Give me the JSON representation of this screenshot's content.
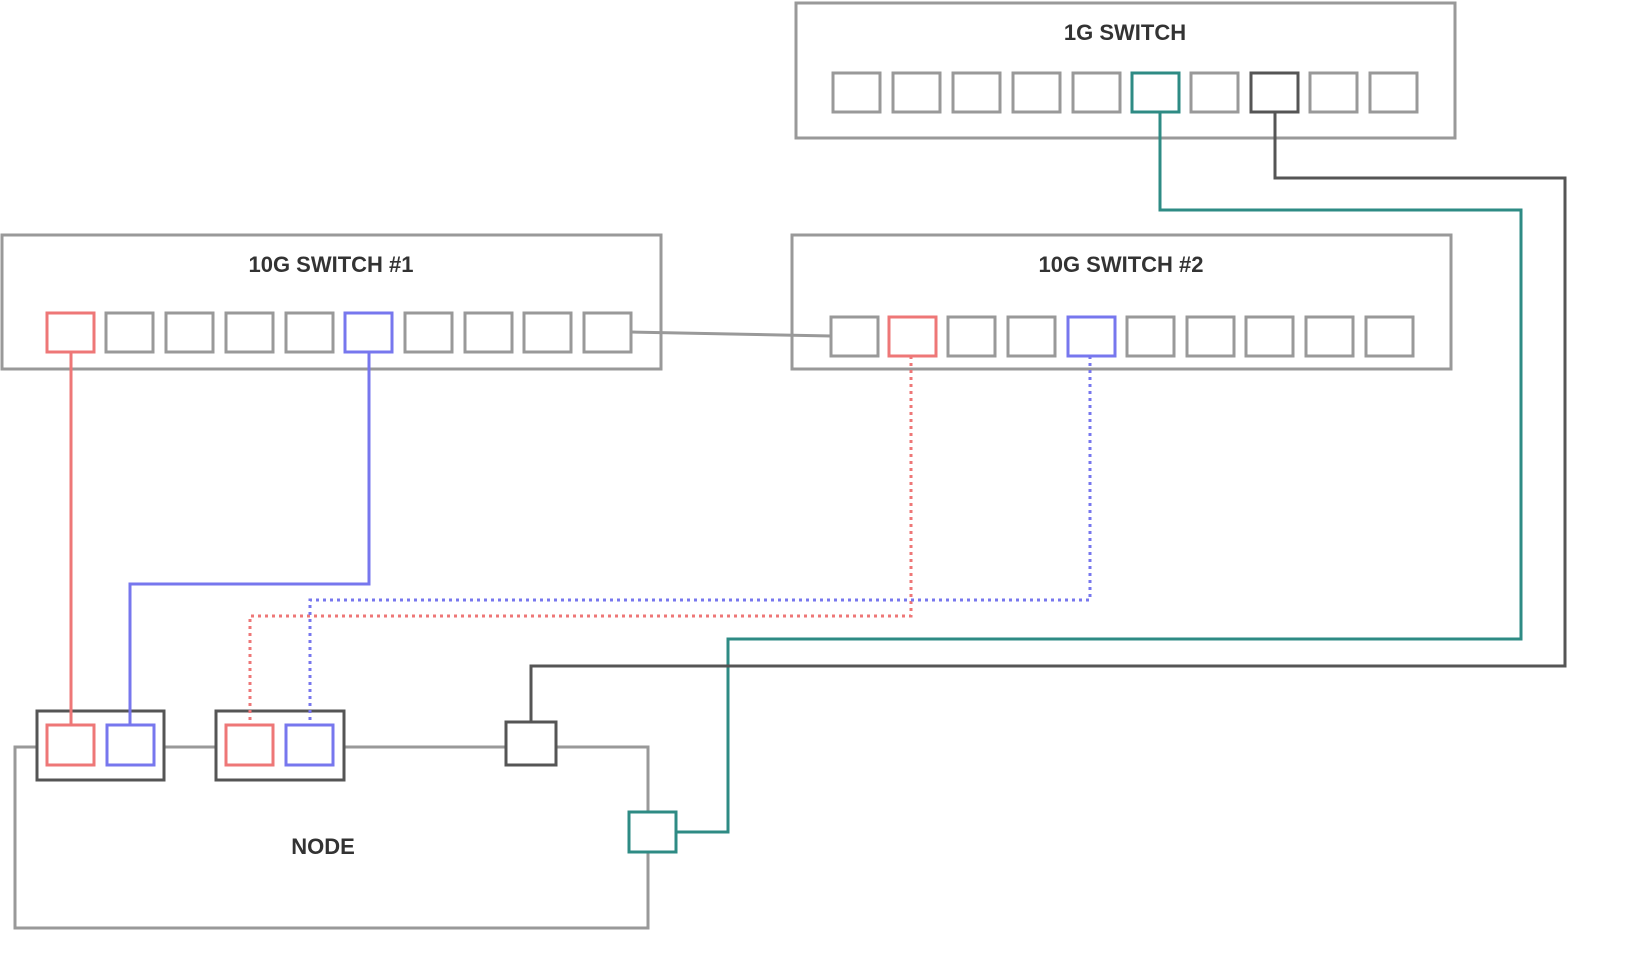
{
  "labels": {
    "switch_1g": "1G SWITCH",
    "switch_10g_1": "10G SWITCH #1",
    "switch_10g_2": "10G SWITCH #2",
    "node": "NODE"
  },
  "colors": {
    "default": "#999999",
    "dark": "#555555",
    "red": "#ee7777",
    "blue": "#7777ee",
    "teal": "#2e8b84"
  }
}
